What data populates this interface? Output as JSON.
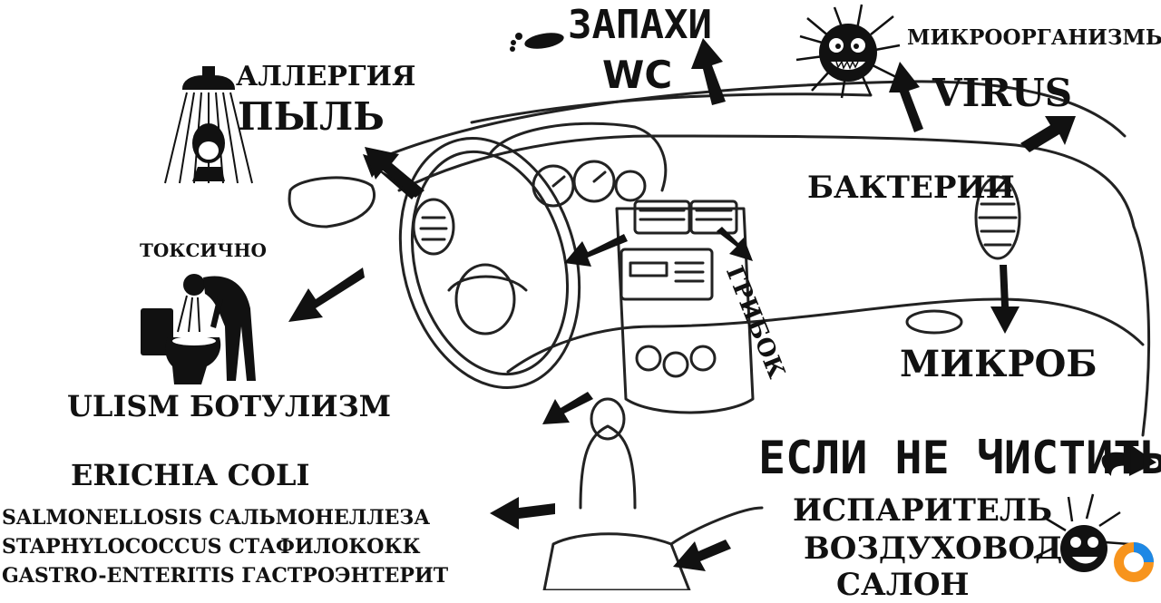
{
  "labels": {
    "smells": "ЗАПАХИ",
    "wc": "WC",
    "microorganisms": "МИКРООРГАНИЗМЫ",
    "virus": "VIRUS",
    "allergy": "АЛЛЕРГИЯ",
    "dust": "ПЫЛЬ",
    "bacteria": "БАКТЕРИИ",
    "toxic": "ТОКСИЧНО",
    "fungus": "ГРИБОК",
    "microbe": "МИКРОБ",
    "botulism": "ULISM БОТУЛИЗМ",
    "ecoli": "ERICHIA COLI",
    "if_not_clean": "ЕСЛИ НЕ ЧИСТИТЬ",
    "salmonellosis": "SALMONELLOSIS САЛЬМОНЕЛЛЕЗА",
    "evaporator": "ИСПАРИТЕЛЬ",
    "staphylococcus": "STAPHYLOCOCCUS СТАФИЛОКОКК",
    "air_duct": "ВОЗДУХОВОД",
    "gastro": "GASTRO-ENTERITIS ГАСТРОЭНТЕРИТ",
    "cabin": "САЛОН"
  },
  "colors": {
    "ink": "#111111",
    "watermark_orange": "#f7941d",
    "watermark_blue": "#1e88e5"
  },
  "icons": [
    "shower-icon",
    "toilet-icon",
    "footprint-icon",
    "germ-monster-icon",
    "vomiting-person-icon",
    "car-dashboard-illustration",
    "avito-logo-icon"
  ]
}
